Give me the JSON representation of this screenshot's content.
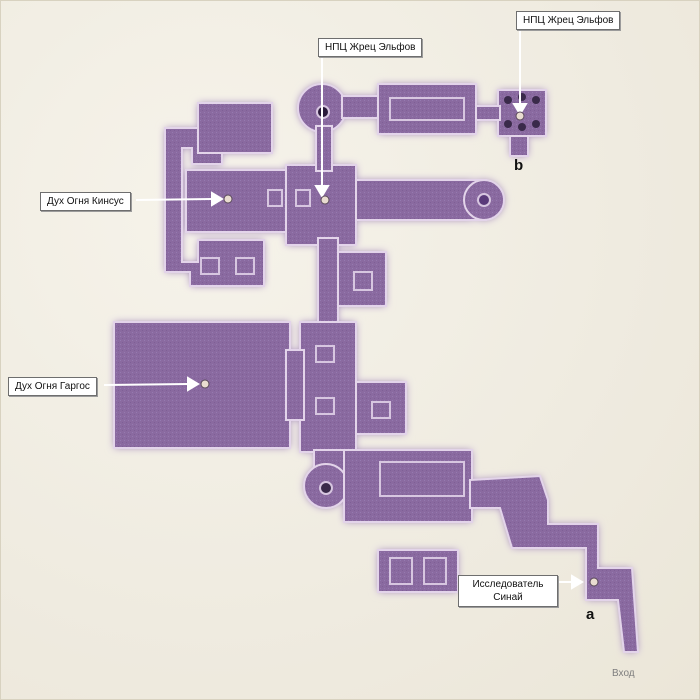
{
  "labels": {
    "npc_elf_priest_top": "НПЦ Жрец Эльфов",
    "npc_elf_priest_right": "НПЦ Жрец Эльфов",
    "fire_spirit_kinsus": "Дух Огня Кинсус",
    "fire_spirit_gargos": "Дух Огня Гаргос",
    "explorer_sinai": "Исследователь Синай"
  },
  "markers": {
    "a": "a",
    "b": "b"
  },
  "entrance": "Вход",
  "colors": {
    "floor": "#8a6aa0",
    "glow": "#b070ff",
    "wall": "#d9c8e0",
    "background": "#efebe0"
  }
}
